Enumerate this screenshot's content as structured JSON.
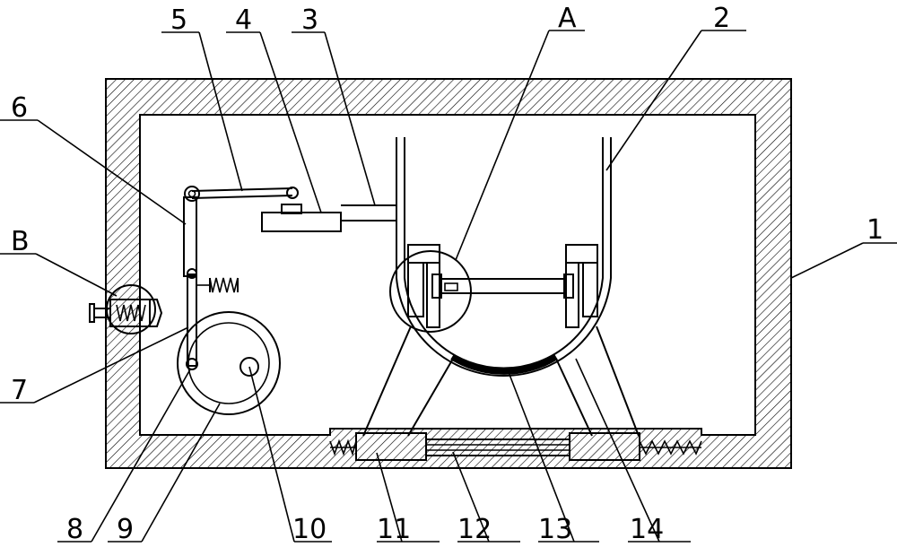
{
  "labels": {
    "n1": "1",
    "n2": "2",
    "n3": "3",
    "n4": "4",
    "n5": "5",
    "n6": "6",
    "n7": "7",
    "n8": "8",
    "n9": "9",
    "n10": "10",
    "n11": "11",
    "n12": "12",
    "n13": "13",
    "n14": "14",
    "a": "A",
    "b": "B"
  }
}
